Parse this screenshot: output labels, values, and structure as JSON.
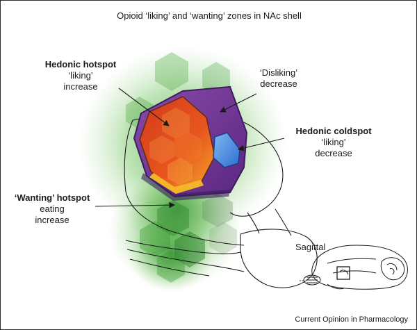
{
  "title": "Opioid ‘liking’ and ‘wanting’ zones in NAc shell",
  "labels": {
    "hedonic_hotspot": {
      "heading": "Hedonic hotspot",
      "line1": "‘liking’",
      "line2": "increase"
    },
    "disliking": {
      "line1": "‘Disliking’",
      "line2": "decrease"
    },
    "hedonic_coldspot": {
      "heading": "Hedonic coldspot",
      "line1": "‘liking’",
      "line2": "decrease"
    },
    "wanting_hotspot": {
      "heading": "‘Wanting’ hotspot",
      "line1": "eating",
      "line2": "increase"
    },
    "sagittal": "Sagittal"
  },
  "credit": "Current Opinion in Pharmacology",
  "colors": {
    "hotspot_orange": "#e4501c",
    "hotspot_yellow": "#f2a624",
    "dislike_purple": "#7a3a96",
    "coldspot_blue": "#3f83d8",
    "wanting_green": "#4aa63a"
  }
}
